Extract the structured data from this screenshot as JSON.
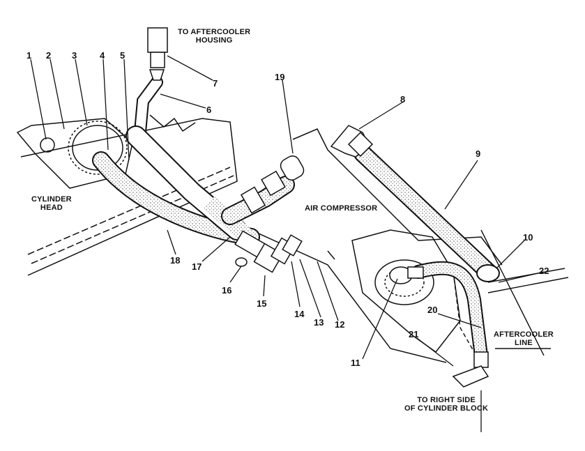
{
  "labels": {
    "to_aftercooler_housing_1": "TO AFTERCOOLER",
    "to_aftercooler_housing_2": "HOUSING",
    "cylinder_head_1": "CYLINDER",
    "cylinder_head_2": "HEAD",
    "air_compressor": "AIR COMPRESSOR",
    "aftercooler_line_1": "AFTERCOOLER",
    "aftercooler_line_2": "LINE",
    "right_side_1": "TO RIGHT SIDE",
    "right_side_2": "OF CYLINDER BLOCK"
  },
  "callouts": [
    "1",
    "2",
    "3",
    "4",
    "5",
    "6",
    "7",
    "8",
    "9",
    "10",
    "11",
    "12",
    "13",
    "14",
    "15",
    "16",
    "17",
    "18",
    "19",
    "20",
    "21",
    "22"
  ]
}
